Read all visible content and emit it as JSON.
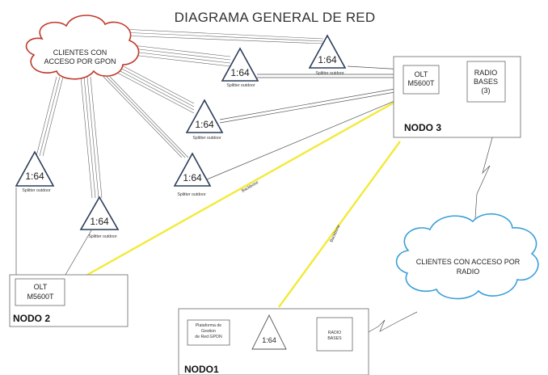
{
  "title": "DIAGRAMA GENERAL DE RED",
  "clouds": {
    "gpon": [
      "CLIENTES CON",
      "ACCESO POR GPON"
    ],
    "radio": [
      "CLIENTES CON ACCESO POR",
      "RADIO"
    ]
  },
  "splitters": {
    "ratio": "1:64",
    "caption": "Splitter outdoor"
  },
  "backbone_label": "Backbone",
  "nodo3": {
    "label": "NODO 3",
    "olt": [
      "OLT",
      "M5600T"
    ],
    "radio_bases": [
      "RADIO",
      "BASES",
      "(3)"
    ]
  },
  "nodo2": {
    "label": "NODO 2",
    "olt": [
      "OLT",
      "M5600T"
    ]
  },
  "nodo1": {
    "label": "NODO1",
    "platform": [
      "Plataforma de",
      "Gestion",
      "de Red GPON"
    ],
    "ratio": "1:64",
    "radio_bases": [
      "RADIO",
      "BASES"
    ]
  },
  "colors": {
    "backbone": "#f2ea3a",
    "cloud_gpon": "#c0392b",
    "cloud_radio": "#3a9fd8",
    "triangle": "#2c3e5a"
  }
}
